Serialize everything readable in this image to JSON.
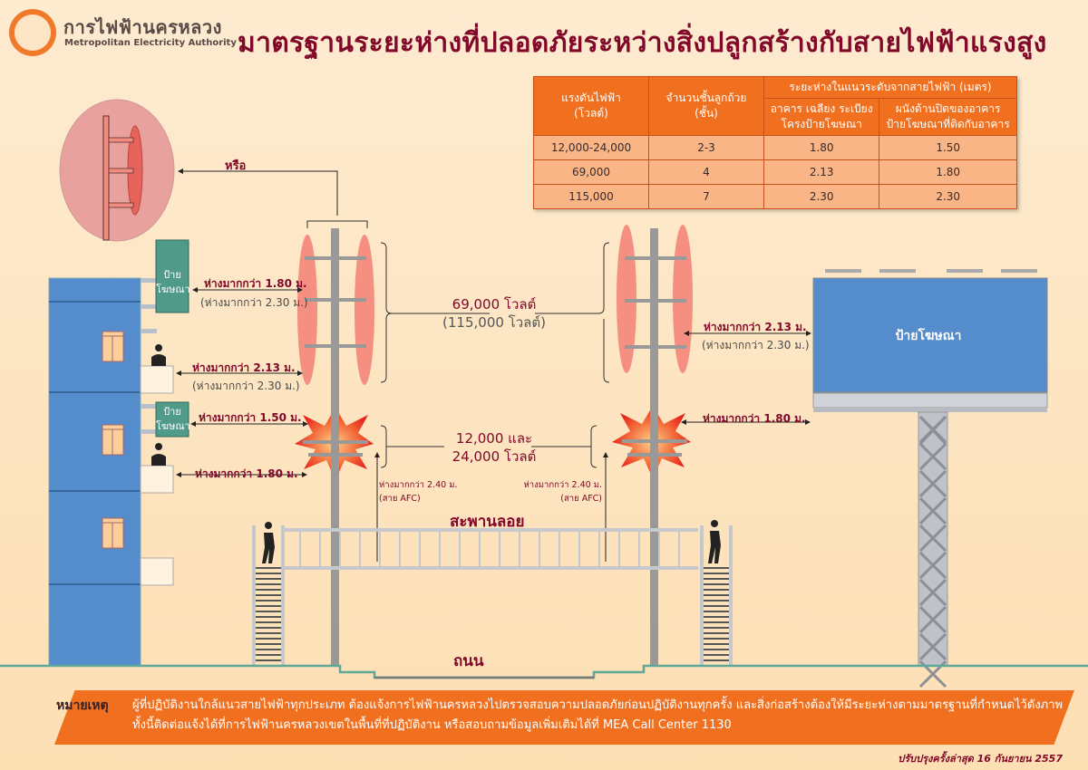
{
  "header": {
    "org_name_th": "การไฟฟ้านครหลวง",
    "org_name_en": "Metropolitan Electricity Authority",
    "title": "มาตรฐานระยะห่างที่ปลอดภัยระหว่างสิ่งปลูกสร้างกับสายไฟฟ้าแรงสูง"
  },
  "table": {
    "col_voltage": "แรงดันไฟฟ้า",
    "col_voltage_unit": "(โวลต์)",
    "col_insulators": "จำนวนชั้นลูกถ้วย",
    "col_insulators_unit": "(ชั้น)",
    "col_distance_group": "ระยะห่างในแนวระดับจากสายไฟฟ้า (เมตร)",
    "col_building": "อาคาร เฉลียง ระเบียง",
    "col_building_2": "โครงป้ายโฆษณา",
    "col_wall": "ผนังด้านปิดของอาคาร",
    "col_wall_2": "ป้ายโฆษณาที่ติดกับอาคาร",
    "rows": [
      {
        "voltage": "12,000-24,000",
        "insulators": "2-3",
        "building": "1.80",
        "wall": "1.50"
      },
      {
        "voltage": "69,000",
        "insulators": "4",
        "building": "2.13",
        "wall": "1.80"
      },
      {
        "voltage": "115,000",
        "insulators": "7",
        "building": "2.30",
        "wall": "2.30"
      }
    ]
  },
  "diagram": {
    "or_label": "หรือ",
    "sign_label_line1": "ป้าย",
    "sign_label_line2": "โฆษณา",
    "billboard_label": "ป้ายโฆษณา",
    "high_voltage_label": "69,000 โวลต์",
    "high_voltage_alt": "(115,000 โวลต์)",
    "low_voltage_line1": "12,000 และ",
    "low_voltage_line2": "24,000 โวลต์",
    "left_sign_dist": "ห่างมากกว่า 1.80 ม.",
    "left_sign_dist_alt": "(ห่างมากกว่า 2.30 ม.)",
    "left_balcony_dist": "ห่างมากกว่า 2.13 ม.",
    "left_balcony_dist_alt": "(ห่างมากกว่า 2.30 ม.)",
    "left_small_sign_dist": "ห่างมากกว่า 1.50 ม.",
    "left_low_balcony_dist": "ห่างมากกว่า 1.80 ม.",
    "afc_left": "ห่างมากกว่า 2.40 ม.",
    "afc_left_sub": "(สาย AFC)",
    "afc_right": "ห่างมากกว่า 2.40 ม.",
    "afc_right_sub": "(สาย AFC)",
    "right_billboard_dist": "ห่างมากกว่า 2.13 ม.",
    "right_billboard_dist_alt": "(ห่างมากกว่า 2.30 ม.)",
    "right_low_dist": "ห่างมากกว่า 1.80 ม.",
    "bridge_label": "สะพานลอย",
    "road_label": "ถนน"
  },
  "note": {
    "heading": "หมายเหตุ",
    "line1": "ผู้ที่ปฏิบัติงานใกล้แนวสายไฟฟ้าทุกประเภท ต้องแจ้งการไฟฟ้านครหลวงไปตรวจสอบความปลอดภัยก่อนปฏิบัติงานทุกครั้ง และสิ่งก่อสร้างต้องให้มีระยะห่างตามมาตรฐานที่กำหนดไว้ดังภาพ",
    "line2": "ทั้งนี้ติดต่อแจ้งได้ที่การไฟฟ้านครหลวงเขตในพื้นที่ที่ปฏิบัติงาน หรือสอบถามข้อมูลเพิ่มเติมได้ที่ MEA Call Center 1130"
  },
  "footer": {
    "updated": "ปรับปรุงครั้งล่าสุด 16 กันยายน 2557"
  },
  "colors": {
    "title": "#82082a",
    "accent": "#f07020",
    "building": "#558ccb",
    "sign": "#4f9a88",
    "pole": "#999999",
    "danger_zone": "#f4857a"
  }
}
